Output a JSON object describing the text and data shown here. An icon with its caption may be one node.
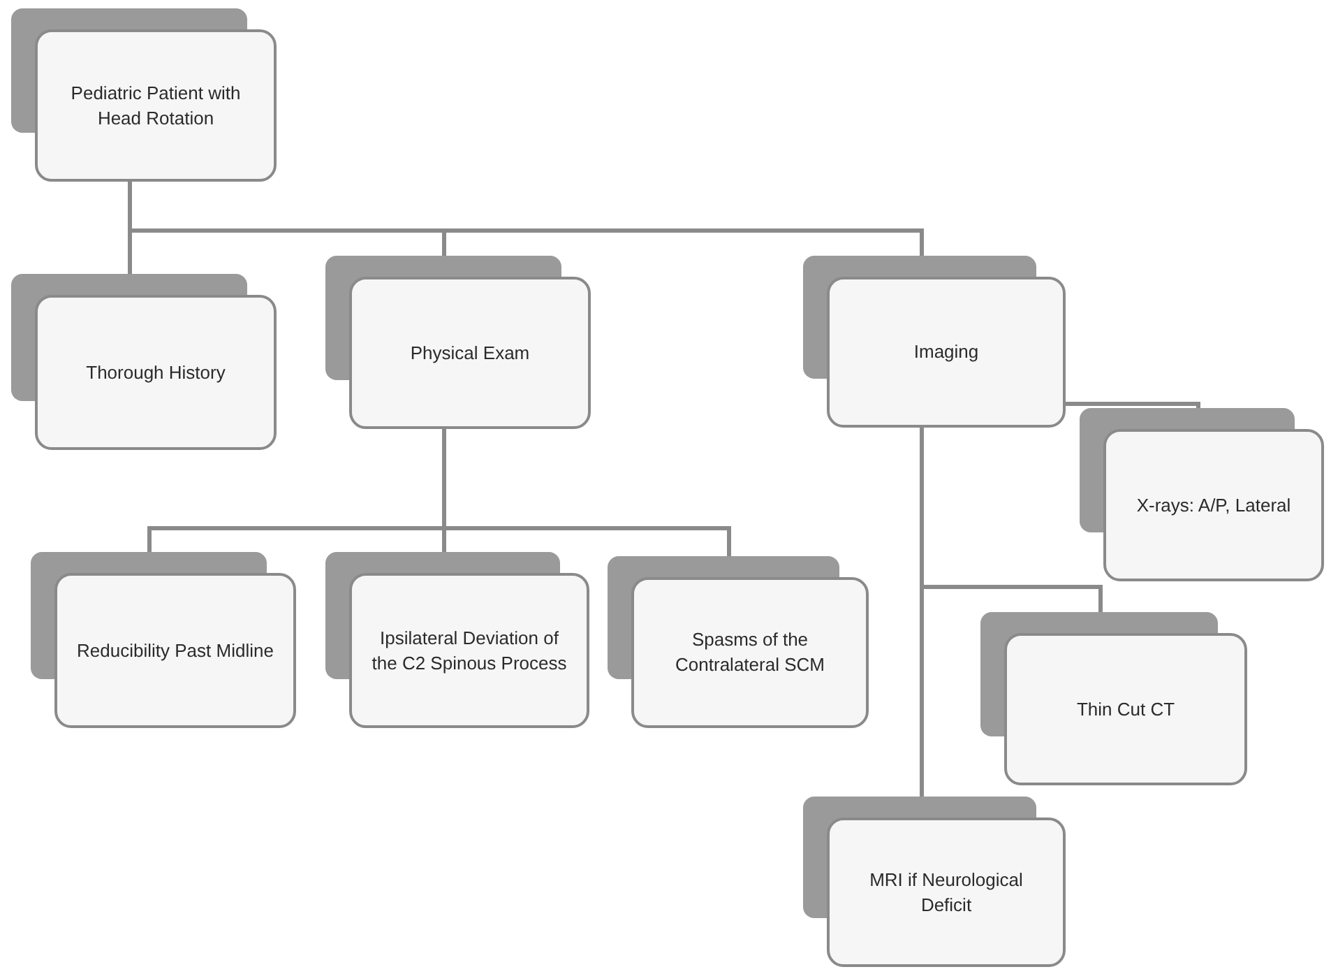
{
  "diagram": {
    "nodes": [
      {
        "text": [
          "Pediatric Patient with Head Rotation"
        ]
      },
      {
        "text": [
          "Thorough History"
        ]
      },
      {
        "text": [
          "Physical Exam"
        ]
      },
      {
        "text": [
          "Imaging"
        ]
      },
      {
        "text": [
          "X-rays: A/P, Lateral"
        ]
      },
      {
        "text": [
          "Reducibility Past Midline"
        ]
      },
      {
        "text": [
          "Ipsilateral Deviation of the C2 Spinous Process"
        ]
      },
      {
        "text": [
          "Spasms of the Contralateral SCM"
        ]
      },
      {
        "text": [
          "Thin Cut CT"
        ]
      },
      {
        "text": [
          "MRI if Neurological Deficit"
        ]
      }
    ],
    "edges": [
      {
        "from": 0,
        "to": 1,
        "arrow": "none"
      },
      {
        "from": 0,
        "to": 2,
        "arrow": "none"
      },
      {
        "from": 0,
        "to": 3,
        "arrow": "none"
      },
      {
        "from": 2,
        "to": 5,
        "arrow": "none"
      },
      {
        "from": 2,
        "to": 6,
        "arrow": "none"
      },
      {
        "from": 2,
        "to": 7,
        "arrow": "none"
      },
      {
        "from": 3,
        "to": 4,
        "arrow": "none"
      },
      {
        "from": 3,
        "to": 8,
        "arrow": "none"
      },
      {
        "from": 3,
        "to": 9,
        "arrow": "none"
      }
    ]
  }
}
